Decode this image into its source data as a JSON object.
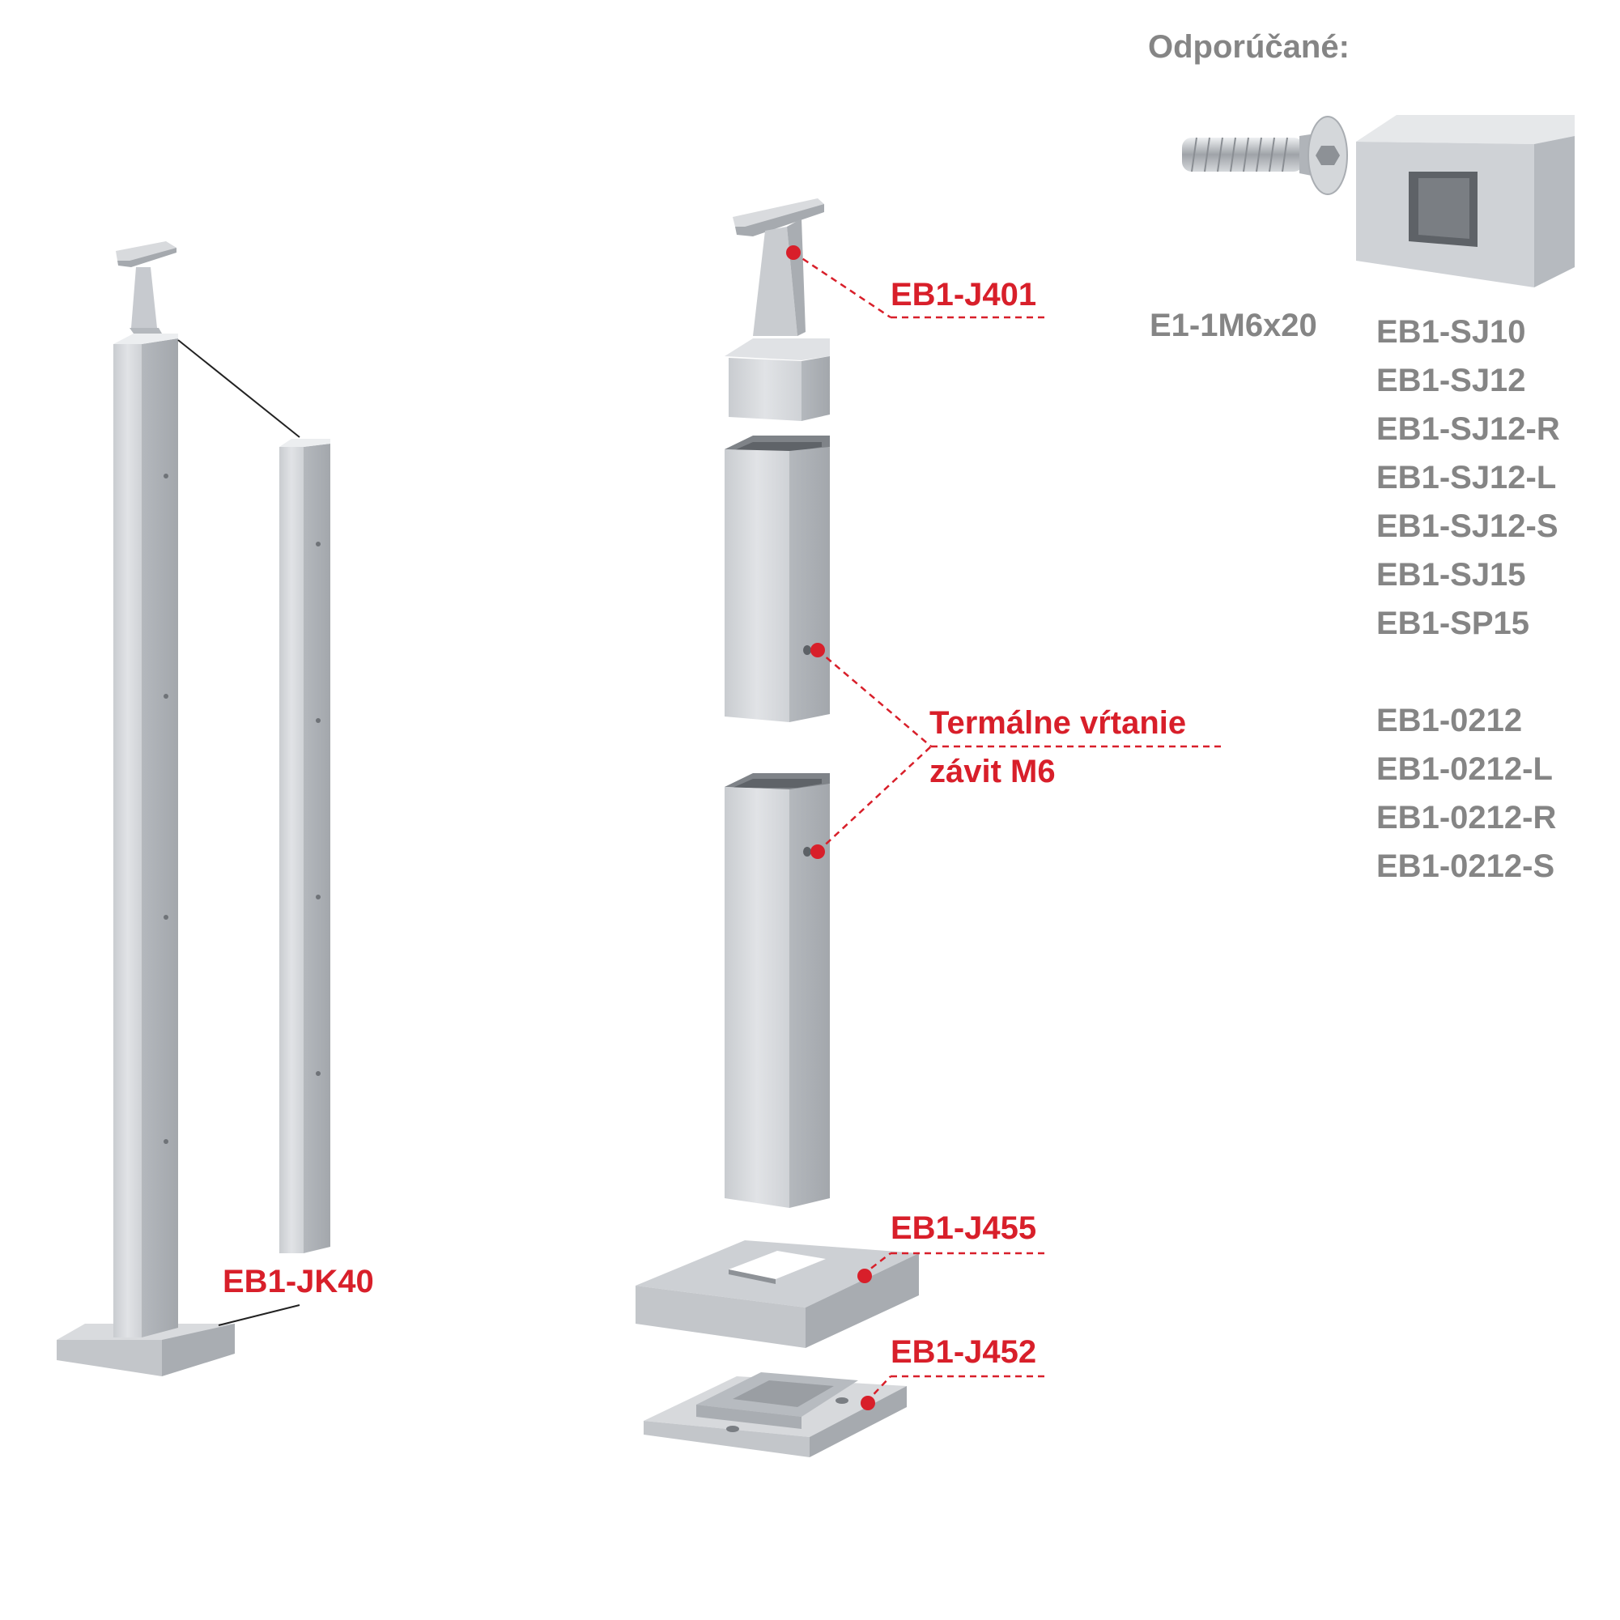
{
  "heading": "Odporúčané:",
  "parts": {
    "assembled_post": "EB1-JK40",
    "handrail_holder": "EB1-J401",
    "drilling_note_line1": "Termálne vŕtanie",
    "drilling_note_line2": "závit M6",
    "cover_plate": "EB1-J455",
    "base_plate": "EB1-J452"
  },
  "recommended": {
    "screw": "E1-1M6x20",
    "clamp_codes": [
      "EB1-SJ10",
      "EB1-SJ12",
      "EB1-SJ12-R",
      "EB1-SJ12-L",
      "EB1-SJ12-S",
      "EB1-SJ15",
      "EB1-SP15"
    ],
    "bracket_codes": [
      "EB1-0212",
      "EB1-0212-L",
      "EB1-0212-R",
      "EB1-0212-S"
    ]
  },
  "colors": {
    "label_red": "#d81f2a",
    "label_gray": "#858585",
    "metal_light": "#d6d9dd",
    "metal_mid": "#b9bdc2",
    "metal_dark": "#8d9196"
  }
}
